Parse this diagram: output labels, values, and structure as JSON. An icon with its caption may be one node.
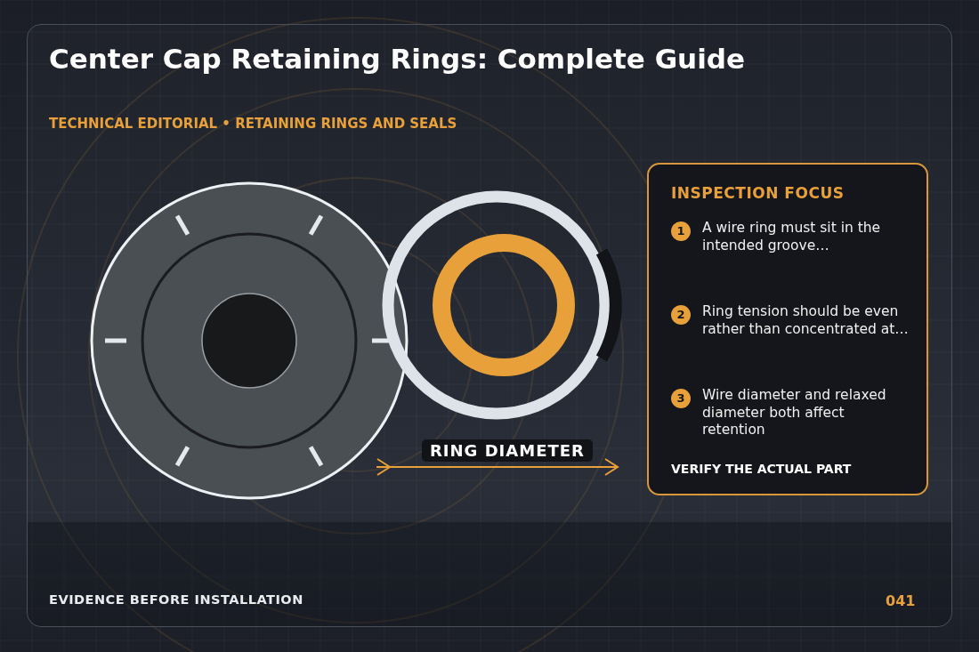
{
  "diagram": {
    "title": "Center Cap Retaining Rings: Complete Guide",
    "nodes": [
      {
        "text": [
          "INSPECTION FOCUS",
          "VERIFY THE ACTUAL PART"
        ]
      },
      {
        "text": [
          "1"
        ],
        "in": 0,
        "beside": [
          "A wire ring must sit in the intended groove…"
        ]
      },
      {
        "text": [
          "2"
        ],
        "in": 0,
        "beside": [
          "Ring tension should be even rather than concentrated at…"
        ]
      },
      {
        "text": [
          "3"
        ],
        "in": 0,
        "beside": [
          "Wire diameter and relaxed diameter both affect retention"
        ]
      }
    ],
    "edges": [],
    "labels": [
      "TECHNICAL EDITORIAL • RETAINING RINGS AND SEALS",
      "RING DIAMETER",
      "EVIDENCE BEFORE INSTALLATION",
      "041"
    ]
  }
}
